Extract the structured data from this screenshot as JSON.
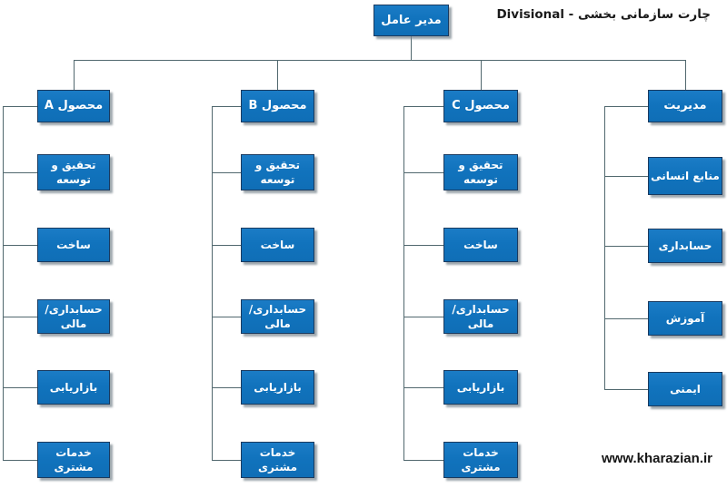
{
  "page": {
    "title": "چارت سازمانی بخشی - Divisional",
    "website": "www.kharazian.ir"
  },
  "chart": {
    "type": "org-chart",
    "root": {
      "label": "مدیر عامل"
    },
    "columns": [
      {
        "header": "محصول A",
        "items": [
          "تحقیق و\nتوسعه",
          "ساخت",
          "حسابداری/\nمالی",
          "بازاریابی",
          "خدمات\nمشتری"
        ]
      },
      {
        "header": "محصول B",
        "items": [
          "تحقیق و\nتوسعه",
          "ساخت",
          "حسابداری/\nمالی",
          "بازاریابی",
          "خدمات\nمشتری"
        ]
      },
      {
        "header": "محصول C",
        "items": [
          "تحقیق و\nتوسعه",
          "ساخت",
          "حسابداری/\nمالی",
          "بازاریابی",
          "خدمات\nمشتری"
        ]
      },
      {
        "header": "مدیریت",
        "items": [
          "منابع انسانی",
          "حسابداری",
          "آموزش",
          "ایمنی"
        ]
      }
    ],
    "colors": {
      "box_fill": "#1173bd",
      "box_border": "#1a3a5f",
      "line": "#51686e",
      "text": "#ffffff"
    }
  }
}
